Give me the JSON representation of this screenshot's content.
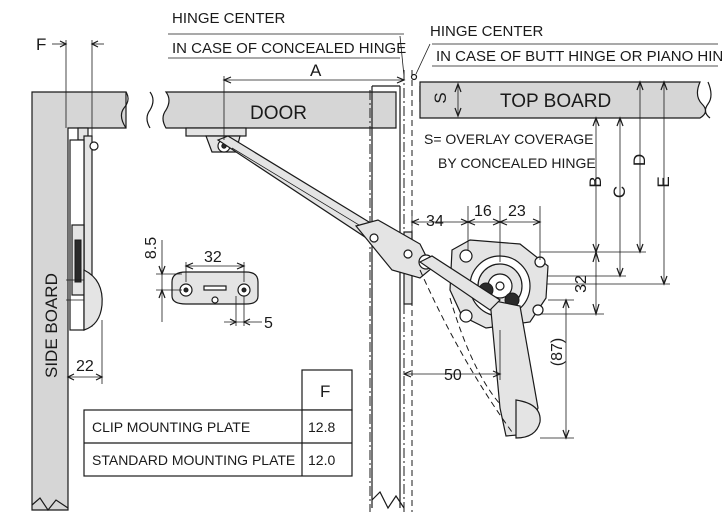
{
  "labels": {
    "hinge_center_left_1": "HINGE CENTER",
    "hinge_center_left_2": "IN CASE OF CONCEALED HINGE",
    "hinge_center_right_1": "HINGE CENTER",
    "hinge_center_right_2": "IN CASE OF BUTT HINGE OR PIANO HINGE",
    "door": "DOOR",
    "top_board": "TOP BOARD",
    "side_board": "SIDE BOARD",
    "overlay_1": "S= OVERLAY COVERAGE",
    "overlay_2": "BY CONCEALED HINGE"
  },
  "dimensions": {
    "F": "F",
    "A": "A",
    "S": "S",
    "B": "B",
    "C": "C",
    "D": "D",
    "E": "E",
    "d34": "34",
    "d16": "16",
    "d23": "23",
    "d32_right": "32",
    "d87": "(87)",
    "d50": "50",
    "d8_5": "8.5",
    "d32_plate": "32",
    "d5": "5",
    "d22": "22"
  },
  "table": {
    "header": "F",
    "rows": [
      {
        "name": "CLIP MOUNTING PLATE",
        "value": "12.8"
      },
      {
        "name": "STANDARD MOUNTING PLATE",
        "value": "12.0"
      }
    ]
  }
}
